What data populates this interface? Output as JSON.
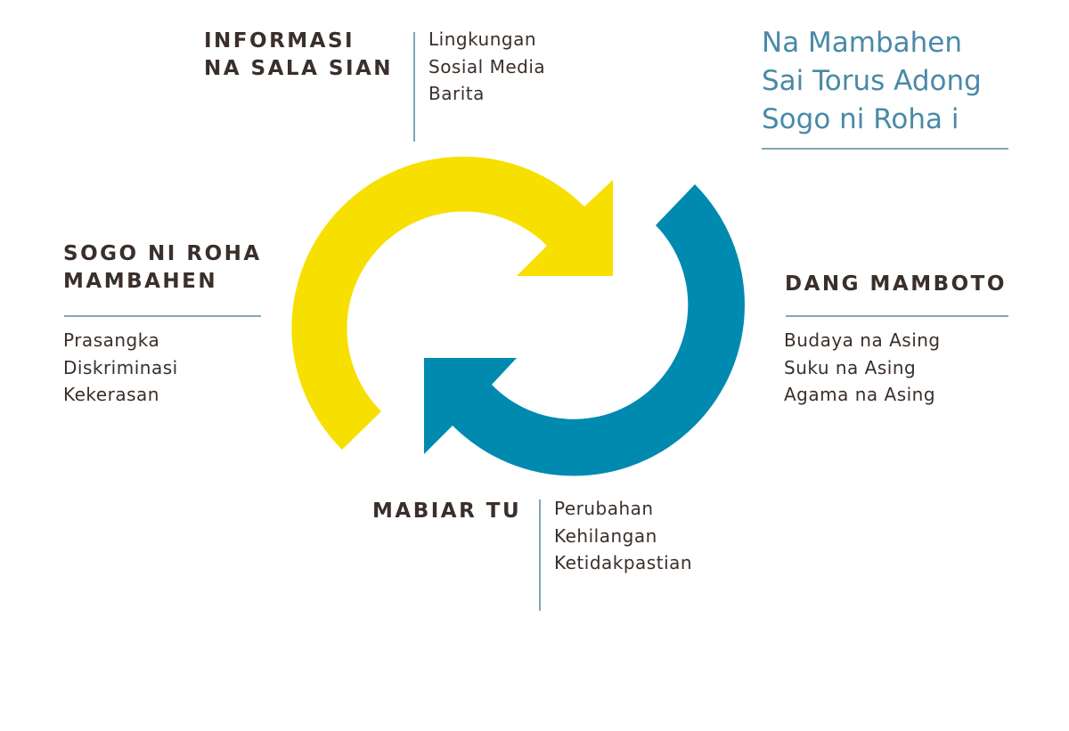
{
  "title": {
    "lines": [
      "Na Mambahen",
      "Sai Torus Adong",
      "Sogo ni Roha i"
    ],
    "color": "#4a89a8"
  },
  "nodes": {
    "top": {
      "heading": [
        "INFORMASI",
        "NA SALA SIAN"
      ],
      "items": [
        "Lingkungan",
        "Sosial Media",
        "Barita"
      ]
    },
    "left": {
      "heading": [
        "SOGO NI ROHA",
        "MAMBAHEN"
      ],
      "items": [
        "Prasangka",
        "Diskriminasi",
        "Kekerasan"
      ]
    },
    "right": {
      "heading": [
        "DANG MAMBOTO"
      ],
      "items": [
        "Budaya na Asing",
        "Suku na Asing",
        "Agama na Asing"
      ]
    },
    "bottom": {
      "heading": [
        "MABIAR TU"
      ],
      "items": [
        "Perubahan",
        "Kehilangan",
        "Ketidakpastian"
      ]
    }
  },
  "cycle": {
    "arrows": [
      {
        "name": "yellow-arrow",
        "color": "#f7df00",
        "direction": "clockwise-top"
      },
      {
        "name": "blue-arrow",
        "color": "#008ab0",
        "direction": "clockwise-bottom"
      }
    ],
    "divider_color": "#7ea8b8",
    "text_color": "#3a2f2a"
  }
}
